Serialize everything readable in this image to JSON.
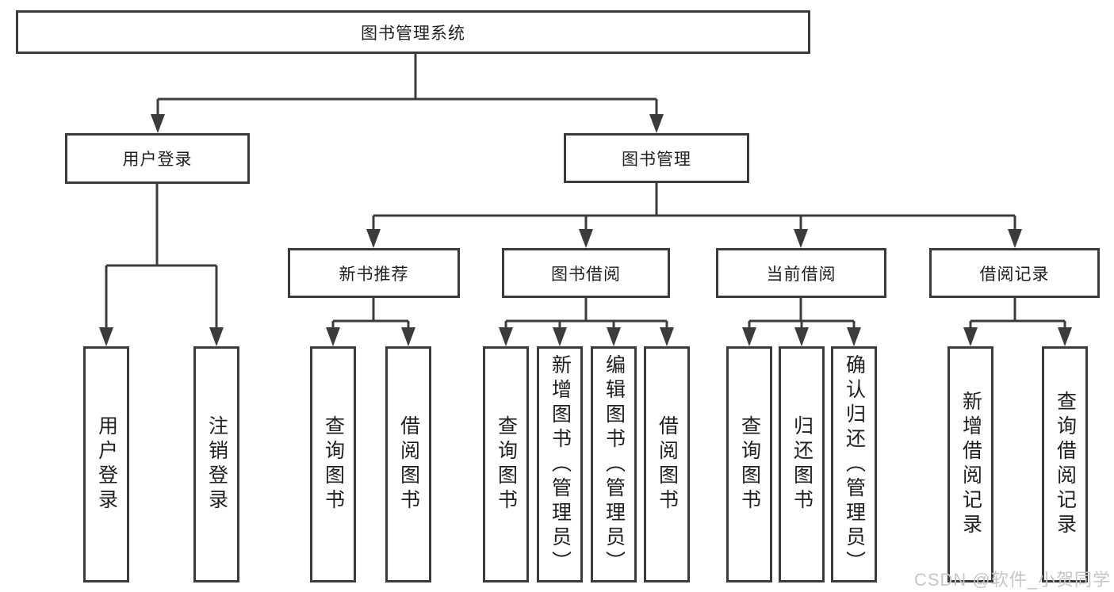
{
  "tree": {
    "root": "图书管理系统",
    "children": [
      {
        "label": "用户登录",
        "children": [
          "用户登录",
          "注销登录"
        ]
      },
      {
        "label": "图书管理",
        "children": [
          {
            "label": "新书推荐",
            "children": [
              "查询图书",
              "借阅图书"
            ]
          },
          {
            "label": "图书借阅",
            "children": [
              "查询图书",
              "新增图书（管理员）",
              "编辑图书（管理员）",
              "借阅图书"
            ]
          },
          {
            "label": "当前借阅",
            "children": [
              "查询图书",
              "归还图书",
              "确认归还（管理员）"
            ]
          },
          {
            "label": "借阅记录",
            "children": [
              "新增借阅记录",
              "查询借阅记录"
            ]
          }
        ]
      }
    ]
  },
  "watermark": "CSDN @软件_小贺同学",
  "colors": {
    "line": "#3b3b3b",
    "text": "#1f1f1f",
    "watermark": "#c6c6c6",
    "background": "#ffffff"
  }
}
